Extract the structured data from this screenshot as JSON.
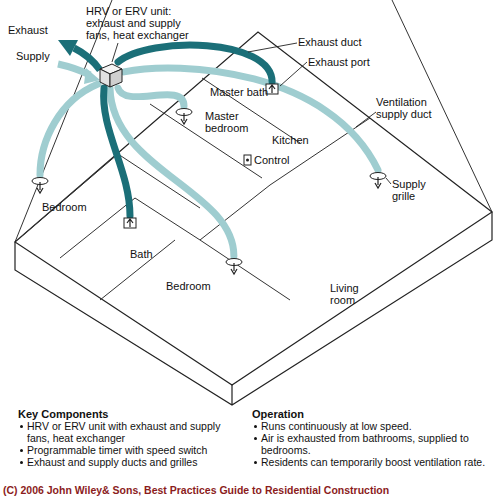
{
  "diagram": {
    "nodes": [
      {
        "text": [
          "HRV or ERV unit: exhaust and supply fans, heat exchanger"
        ]
      },
      {
        "text": [
          "Master bath"
        ]
      },
      {
        "text": [
          "Master bedroom"
        ]
      },
      {
        "text": [
          "Kitchen"
        ]
      },
      {
        "text": [
          "Bedroom"
        ]
      },
      {
        "text": [
          "Bath"
        ]
      },
      {
        "text": [
          "Bedroom"
        ]
      },
      {
        "text": [
          "Living room"
        ]
      }
    ],
    "edges": [
      {
        "from": 0,
        "to": 4,
        "arrow": "none"
      },
      {
        "from": 0,
        "to": 2,
        "arrow": "none"
      },
      {
        "from": 0,
        "to": 6,
        "arrow": "none"
      },
      {
        "from": 0,
        "to": 7,
        "arrow": "none"
      },
      {
        "from": 1,
        "to": 0,
        "arrow": "none"
      },
      {
        "from": 5,
        "to": 0,
        "arrow": "none"
      }
    ],
    "labels": [
      "Exhaust",
      "Supply",
      "Exhaust duct",
      "Exhaust port",
      "Ventilation supply duct",
      "Supply grille",
      "Control",
      "Key Components",
      "HRV or ERV unit with exhaust and supply fans, heat exchanger",
      "Programmable timer with speed switch",
      "Exhaust and supply ducts and grilles",
      "Operation",
      "Runs continuously at low speed.",
      "Air is exhausted from bathrooms, supplied to bedrooms.",
      "Residents can temporarily boost ventilation rate.",
      "(C) 2006 John Wiley& Sons, Best Practices Guide to Residential Construction"
    ]
  }
}
